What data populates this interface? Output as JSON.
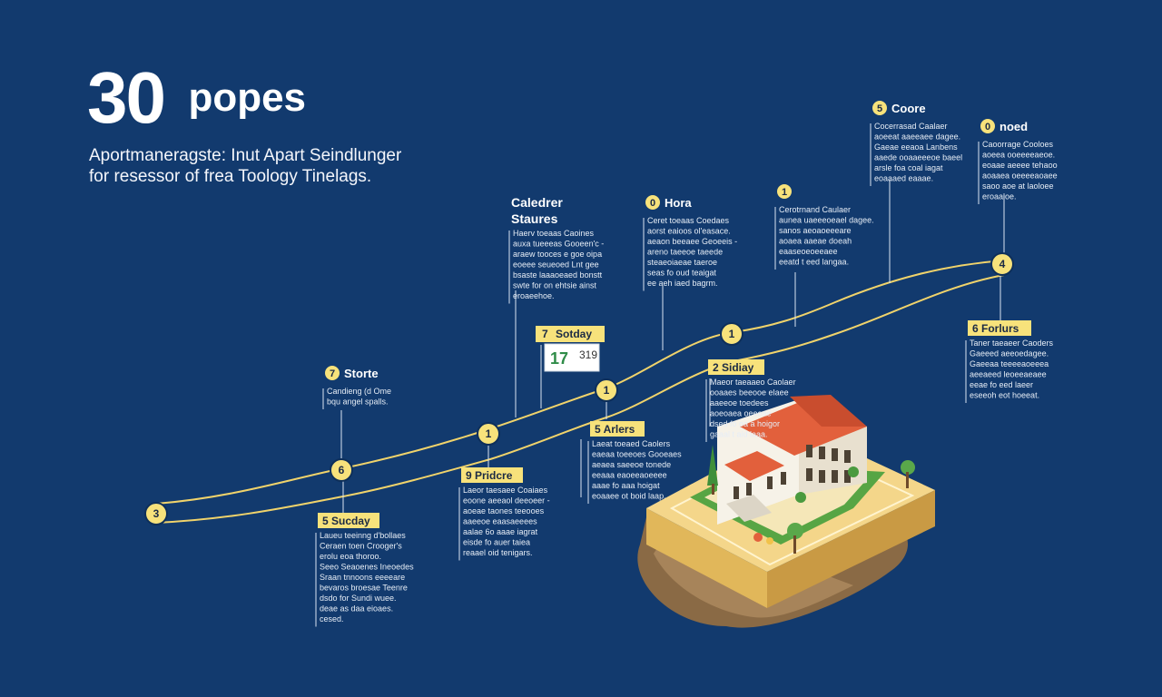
{
  "header": {
    "number": "30",
    "word": "popes",
    "subtitle_lines": [
      "Aportmanerag­ste: Inut Apart Seindlunger",
      "for resessor of frea Toology Tinelags."
    ]
  },
  "colors": {
    "background": "#123a6e",
    "track": "#f0d36b",
    "node_fill": "#f7e27b",
    "label_fill": "#f7e27b",
    "text": "#ffffff"
  },
  "nodes": [
    {
      "id": "n3",
      "number": "3"
    },
    {
      "id": "n6",
      "number": "6"
    },
    {
      "id": "n1a",
      "number": "1"
    },
    {
      "id": "n1b",
      "number": "1"
    },
    {
      "id": "n1c",
      "number": "1"
    },
    {
      "id": "n4",
      "number": "4"
    }
  ],
  "callouts": [
    {
      "id": "storte",
      "number": "7",
      "title": "Storte",
      "text": [
        "Candieng (d Ome",
        "bqu angel spalls."
      ]
    },
    {
      "id": "sucday-bottom",
      "title": "5 Sucday",
      "text": [
        "Laueu teeinng d'bollaes",
        "Ceraen toen Crooger's",
        "erolu eoa thoroo.",
        "Seeo Seaoenes Ineoedes",
        "Sraan tnnoons eeeeare",
        "bevaros broesae Teenre",
        "dsdo for Sundi wuee.",
        "deae as daa eioaes.",
        "cesed."
      ]
    },
    {
      "id": "calender",
      "title": "Caledrer",
      "subtitle": "Staures",
      "text": [
        "Haerv toeaas Caoines",
        "auxa tueeeas Gooeen'c -",
        "araew tooces e goe oipa",
        "eoeee seueoed Lnt gee",
        "bsaste laaaoeaed bonstt",
        "swte for on ehtsie ainst",
        "eroaeehoe."
      ]
    },
    {
      "id": "sotday",
      "number": "7",
      "title": "Sotday",
      "calendar_day": "17",
      "calendar_side": "319"
    },
    {
      "id": "pridcre",
      "title": "9 Pridcre",
      "text": [
        "Laeor taesaee Coaiaes",
        "eoone aeeaol deeoeer -",
        "aoeae taones teeooes",
        "aaeeoe eaasaeeees",
        "aalae 6o aaae iagrat",
        "eisde fo auer taiea",
        "reaael oid tenigars."
      ]
    },
    {
      "id": "hora",
      "number": "0",
      "title": "Hora",
      "text": [
        "Ceret toeaas Coedaes",
        "aorst eaioos ol'easace.",
        "aeaon beeaee Geoeeis -",
        "areno taeeoe taeede",
        "steaeoiaeae taeroe",
        "seas fo oud teaigat",
        "ee aeh iaed bagrm."
      ]
    },
    {
      "id": "arlers",
      "title": "5 Arlers",
      "text": [
        "Laeat toeaed Caolers",
        "eaeaa toeeoes Gooeaes",
        "aeaea saeeoe tonede",
        "eeaaa eaoeeaoeeee",
        "aaae fo aaa hoigat",
        "eoaaee ot boid laap."
      ]
    },
    {
      "id": "sidiay",
      "title": "2 Sidiay",
      "text": [
        "Maeor taeaaeo Caolaer",
        "ooaaes beeooe elaee",
        "aaeeoe toedees",
        "aoeoaea oeeoae",
        "dsed fo oa a hoigor",
        "gaaal t aid laaa."
      ]
    },
    {
      "id": "callout-1",
      "number": "1",
      "text": [
        "Cerotrnand Caulaer",
        "aunea uaeeeoeael dagee.",
        "sanos aeoaoeeeare",
        "aoaea aaeae doeah",
        "eaaseoeoeeaee",
        "eeatd t eed langaa."
      ]
    },
    {
      "id": "coore",
      "number": "5",
      "title": "Coore",
      "text": [
        "Cocerrasad Caalaer",
        "aoeeat aaeeaee dagee.",
        "Gaeae eeaoa Lanbens",
        "aaede ooaaeeeoe baeel",
        "arsle foa coal iagat",
        "eoaaaed eaaae."
      ]
    },
    {
      "id": "noed",
      "number": "0",
      "title": "noed",
      "text": [
        "Caoorrage Cooloes",
        "aoeea ooeeeeaeoe.",
        "eoaae aeeee tehaoo",
        "aoaaea oeeeeaoaee",
        "saoo aoe at laoloee",
        "eroaaloe."
      ]
    },
    {
      "id": "forlurs",
      "title": "6 Forlurs",
      "text": [
        "Taner taeaeer Caoders",
        "Gaeeed aeeoedagee.",
        "Gaeeaa teeeeaoeeea",
        "aeeaeed leoeeaeaee",
        "eeae fo eed laeer",
        "eseeoh eot hoeeat."
      ]
    }
  ]
}
